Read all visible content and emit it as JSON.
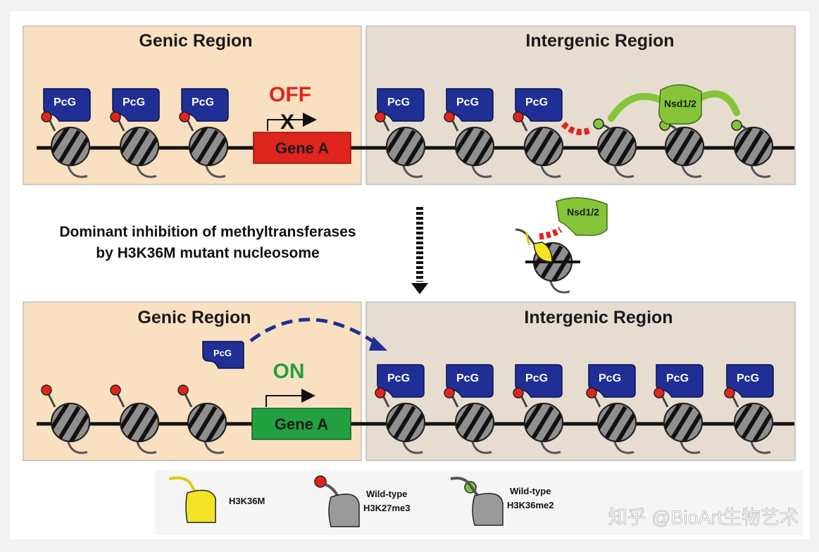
{
  "top_panel": {
    "genic_title": "Genic Region",
    "intergenic_title": "Intergenic Region",
    "gene_label": "Gene A",
    "state_label": "OFF",
    "blocked_mark": "X",
    "pcg_label": "PcG",
    "nsd_label": "Nsd1/2"
  },
  "middle": {
    "caption_line1": "Dominant inhibition of methyltransferases",
    "caption_line2": "by H3K36M mutant nucleosome",
    "nsd_label": "Nsd1/2"
  },
  "bottom_panel": {
    "genic_title": "Genic Region",
    "intergenic_title": "Intergenic Region",
    "gene_label": "Gene A",
    "state_label": "ON",
    "pcg_label": "PcG"
  },
  "legend": {
    "h3k36m": "H3K36M",
    "wt_k27_line1": "Wild-type",
    "wt_k27_line2": "H3K27me3",
    "wt_k36_line1": "Wild-type",
    "wt_k36_line2": "H3K36me2"
  },
  "watermark": "知乎 @BioArt生物艺术",
  "colors": {
    "genic_bg": "#f9e0c0",
    "intergenic_bg": "#e6ddd0",
    "pcg_blue": "#1f2f95",
    "gene_off_red": "#e0241e",
    "gene_on_green": "#23a040",
    "off_text": "#e0241e",
    "on_text": "#23a040",
    "nsd_green": "#86c53a",
    "k27_red": "#e0241e",
    "k36_green": "#86c53a",
    "h3k36m_yellow": "#f2e424"
  }
}
